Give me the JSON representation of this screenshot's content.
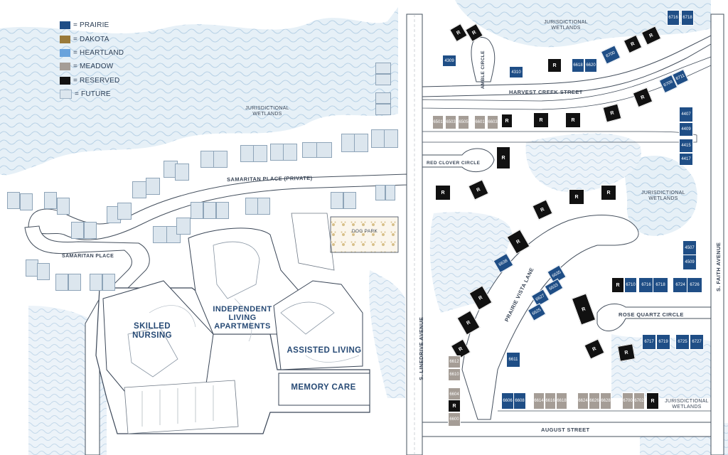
{
  "legend": {
    "items": [
      {
        "label": "= PRAIRIE",
        "color": "#1f4e86"
      },
      {
        "label": "= DAKOTA",
        "color": "#9a7a3a"
      },
      {
        "label": "= HEARTLAND",
        "color": "#6aa3dc"
      },
      {
        "label": "= MEADOW",
        "color": "#a59d96"
      },
      {
        "label": "= RESERVED",
        "color": "#111111"
      },
      {
        "label": "= FUTURE",
        "color": "#dce6ee"
      }
    ]
  },
  "streets": {
    "amble_circle": "AMBLE CIRCLE",
    "harvest_creek": "HARVEST CREEK STREET",
    "red_clover": "RED CLOVER CIRCLE",
    "samaritan_private": "SAMARITAN PLACE (PRIVATE)",
    "samaritan_place": "SAMARITAN PLACE",
    "linedrive": "S. LINEDRIVE AVENUE",
    "prairie_vista": "PRAIRIE VISTA LANE",
    "rose_quartz": "ROSE QUARTZ CIRCLE",
    "faith": "S. FAITH AVENUE",
    "august": "AUGUST STREET"
  },
  "areas": {
    "wetlands_top": "JURISDICTIONAL WETLANDS",
    "wetlands_left": "JURISDICTIONAL WETLANDS",
    "wetlands_right": "JURISDICTIONAL WETLANDS",
    "wetlands_bottom": "JURISDICTIONAL WETLANDS",
    "dog_park": "DOG PARK"
  },
  "facilities": {
    "skilled_nursing": "SKILLED NURSING",
    "independent_living": "INDEPENDENT LIVING APARTMENTS",
    "assisted_living": "ASSISTED LIVING",
    "memory_care": "MEMORY CARE"
  },
  "lots": [
    {
      "label": "R",
      "type": "reserved"
    },
    {
      "label": "R",
      "type": "reserved"
    },
    {
      "label": "4309",
      "type": "prairie"
    },
    {
      "label": "4310",
      "type": "prairie"
    },
    {
      "label": "R",
      "type": "reserved"
    },
    {
      "label": "6618",
      "type": "prairie"
    },
    {
      "label": "6620",
      "type": "prairie"
    },
    {
      "label": "6700",
      "type": "prairie"
    },
    {
      "label": "R",
      "type": "reserved"
    },
    {
      "label": "R",
      "type": "reserved"
    },
    {
      "label": "6716",
      "type": "prairie"
    },
    {
      "label": "6718",
      "type": "prairie"
    },
    {
      "label": "6501",
      "type": "meadow"
    },
    {
      "label": "6503",
      "type": "meadow"
    },
    {
      "label": "6505",
      "type": "meadow"
    },
    {
      "label": "6601",
      "type": "meadow"
    },
    {
      "label": "6603",
      "type": "meadow"
    },
    {
      "label": "R",
      "type": "reserved"
    },
    {
      "label": "R",
      "type": "reserved"
    },
    {
      "label": "R",
      "type": "reserved"
    },
    {
      "label": "R",
      "type": "reserved"
    },
    {
      "label": "R",
      "type": "reserved"
    },
    {
      "label": "6709",
      "type": "prairie"
    },
    {
      "label": "6711",
      "type": "prairie"
    },
    {
      "label": "4407",
      "type": "prairie"
    },
    {
      "label": "4409",
      "type": "prairie"
    },
    {
      "label": "4415",
      "type": "prairie"
    },
    {
      "label": "4417",
      "type": "prairie"
    },
    {
      "label": "R",
      "type": "reserved"
    },
    {
      "label": "R",
      "type": "reserved"
    },
    {
      "label": "R",
      "type": "reserved"
    },
    {
      "label": "R",
      "type": "reserved"
    },
    {
      "label": "R",
      "type": "reserved"
    },
    {
      "label": "R",
      "type": "reserved"
    },
    {
      "label": "R",
      "type": "reserved"
    },
    {
      "label": "6638",
      "type": "prairie"
    },
    {
      "label": "6635",
      "type": "prairie"
    },
    {
      "label": "6633",
      "type": "prairie"
    },
    {
      "label": "6627",
      "type": "prairie"
    },
    {
      "label": "6625",
      "type": "prairie"
    },
    {
      "label": "R",
      "type": "reserved"
    },
    {
      "label": "R",
      "type": "reserved"
    },
    {
      "label": "4507",
      "type": "prairie"
    },
    {
      "label": "4509",
      "type": "prairie"
    },
    {
      "label": "R",
      "type": "reserved"
    },
    {
      "label": "6710",
      "type": "prairie"
    },
    {
      "label": "6716",
      "type": "prairie"
    },
    {
      "label": "6718",
      "type": "prairie"
    },
    {
      "label": "6724",
      "type": "prairie"
    },
    {
      "label": "6726",
      "type": "prairie"
    },
    {
      "label": "R",
      "type": "reserved"
    },
    {
      "label": "R",
      "type": "reserved"
    },
    {
      "label": "R",
      "type": "reserved"
    },
    {
      "label": "6717",
      "type": "prairie"
    },
    {
      "label": "6719",
      "type": "prairie"
    },
    {
      "label": "6725",
      "type": "prairie"
    },
    {
      "label": "6727",
      "type": "prairie"
    },
    {
      "label": "R",
      "type": "reserved"
    },
    {
      "label": "6612",
      "type": "meadow"
    },
    {
      "label": "6610",
      "type": "meadow"
    },
    {
      "label": "6611",
      "type": "prairie"
    },
    {
      "label": "6604",
      "type": "meadow"
    },
    {
      "label": "6600",
      "type": "meadow"
    },
    {
      "label": "R",
      "type": "reserved"
    },
    {
      "label": "6606",
      "type": "prairie"
    },
    {
      "label": "6608",
      "type": "prairie"
    },
    {
      "label": "6614",
      "type": "meadow"
    },
    {
      "label": "6616",
      "type": "meadow"
    },
    {
      "label": "6618",
      "type": "meadow"
    },
    {
      "label": "6624",
      "type": "meadow"
    },
    {
      "label": "6626",
      "type": "meadow"
    },
    {
      "label": "6628",
      "type": "meadow"
    },
    {
      "label": "6700",
      "type": "meadow"
    },
    {
      "label": "6702",
      "type": "meadow"
    },
    {
      "label": "R",
      "type": "reserved"
    }
  ]
}
